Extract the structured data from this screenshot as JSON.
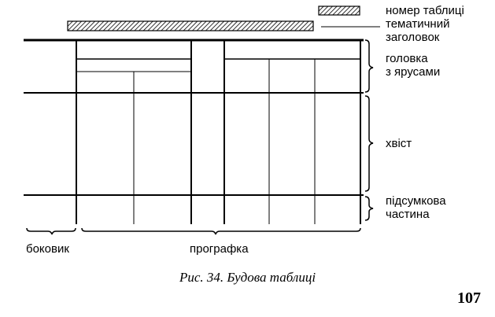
{
  "labels": {
    "table_number": "номер таблиці",
    "title_line1": "тематичний",
    "title_line2": "заголовок",
    "head_line1": "головка",
    "head_line2": "з ярусами",
    "tail": "хвіст",
    "total_line1": "підсумкова",
    "total_line2": "частина",
    "stub": "боковик",
    "body_columns": "прографка"
  },
  "caption": "Рис. 34. Будова таблиці",
  "page_number": "107"
}
